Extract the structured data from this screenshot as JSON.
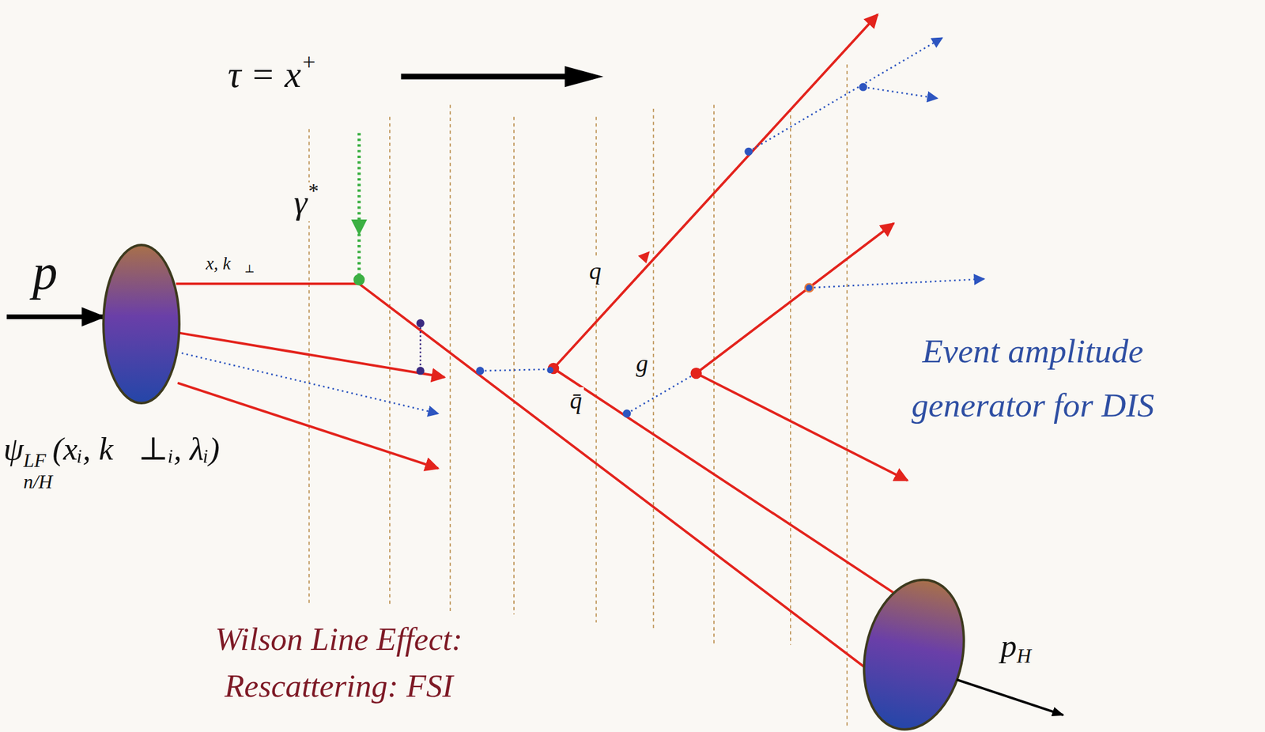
{
  "diagram": {
    "labels": [
      "τ = x",
      "+",
      "γ",
      "*",
      "p",
      "x, k⃗",
      "⊥",
      "ψ",
      "LF",
      "n/H",
      "(xᵢ, k⃗⊥ᵢ, λᵢ)",
      "q",
      "g",
      "q̄",
      "Event amplitude generator for DIS",
      "Wilson Line Effect: Rescattering: FSI",
      "p",
      "H"
    ]
  }
}
